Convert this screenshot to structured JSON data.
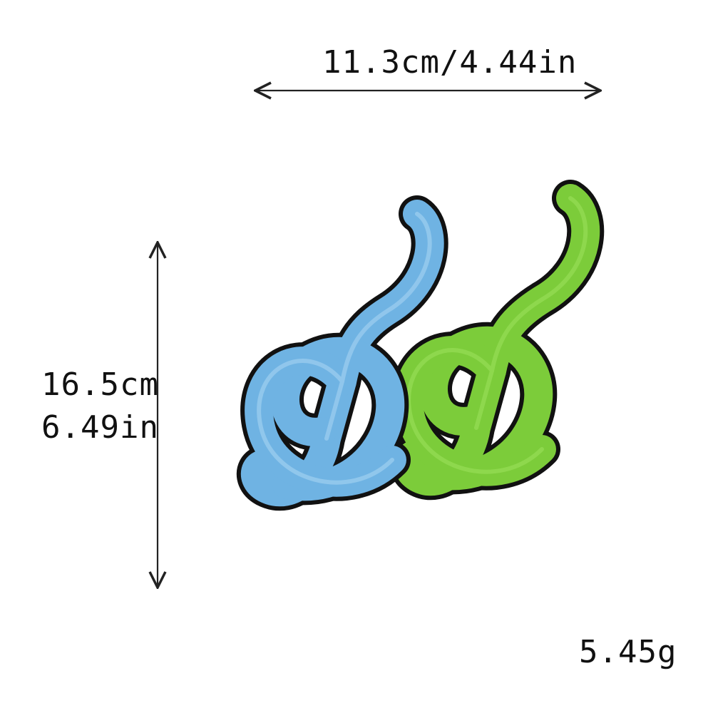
{
  "dimensions": {
    "width": "11.3cm/4.44in",
    "height_cm": "16.5cm",
    "height_in": "6.49in",
    "weight": "5.45g"
  },
  "product": {
    "icon_names": [
      "treble-clef-icon",
      "treble-clef-icon"
    ],
    "colors": {
      "blue_clef": "#6fb3e3",
      "green_clef": "#7ccc3a",
      "outline": "#111111"
    }
  }
}
